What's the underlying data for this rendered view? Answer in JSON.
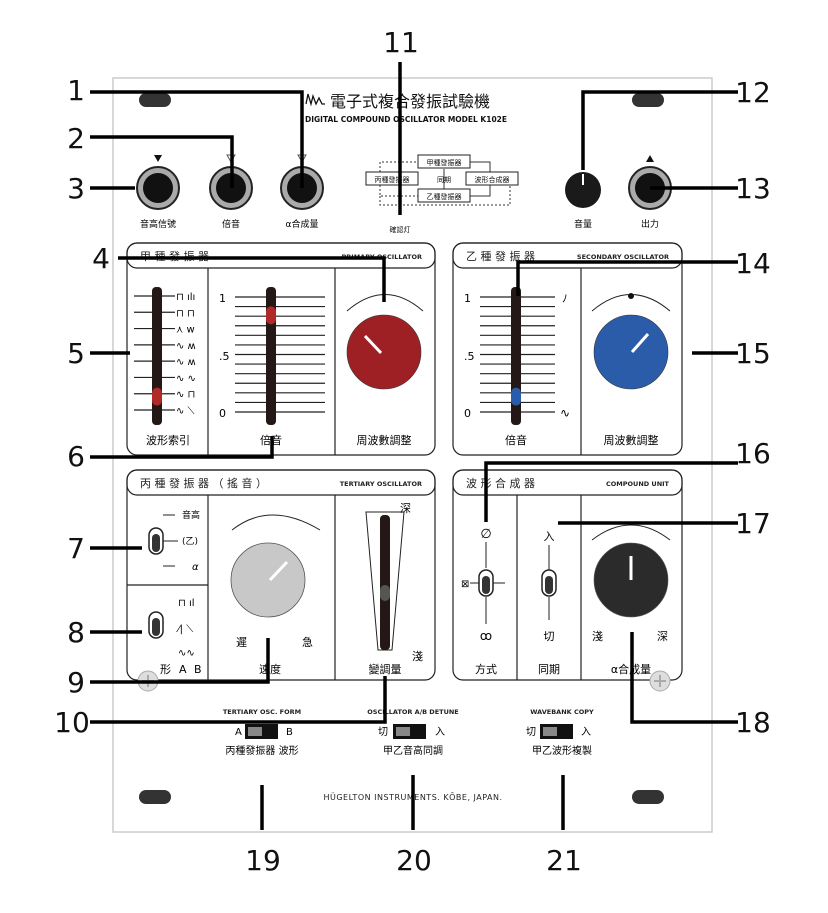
{
  "header": {
    "title_jp": "電子式複合發振試驗機",
    "title_en": "DIGITAL COMPOUND OSCILLATOR MODEL K102E",
    "maker": "HÜGELTON INSTRUMENTS. KŌBE, JAPAN."
  },
  "callouts": [
    "1",
    "2",
    "3",
    "4",
    "5",
    "6",
    "7",
    "8",
    "9",
    "10",
    "11",
    "12",
    "13",
    "14",
    "15",
    "16",
    "17",
    "18",
    "19",
    "20",
    "21"
  ],
  "jacks": {
    "pitch_cv": "音高信號",
    "harmonic": "倍音",
    "alpha_mix": "α合成量",
    "volume": "音量",
    "output": "出力"
  },
  "routing": {
    "primary": "甲種發振器",
    "secondary": "乙種發振器",
    "tertiary": "丙種發振器",
    "sync": "同期",
    "compound": "波形合成器",
    "indicator": "確認灯"
  },
  "primary_osc": {
    "title_jp": "甲 種 發 振 器",
    "title_en": "PRIMARY OSCILLATOR",
    "wave_index": "波形索引",
    "harmonic": "倍音",
    "freq": "周波數調整",
    "scale": [
      "1",
      ".5",
      "0"
    ],
    "wave_index_position": 0.15,
    "harmonic_position": 0.85,
    "knob_color": "#9e1f24"
  },
  "secondary_osc": {
    "title_jp": "乙 種 發 振 器",
    "title_en": "SECONDARY OSCILLATOR",
    "harmonic": "倍音",
    "freq": "周波數調整",
    "scale": [
      "1",
      ".5",
      "0"
    ],
    "harmonic_position": 0.15,
    "knob_color": "#2a5caa"
  },
  "tertiary_osc": {
    "title_jp": "丙 種 發 振 器 （ 搖 音 ）",
    "title_en": "TERTIARY OSCILLATOR",
    "dest_options": [
      "音高",
      "(乙)",
      "α"
    ],
    "form_label": "形",
    "form_a": "A",
    "form_b": "B",
    "speed": "速度",
    "slow": "遲",
    "fast": "急",
    "depth": "變調量",
    "deep": "深",
    "shallow": "淺",
    "knob_color": "#c8c8c8"
  },
  "compound_unit": {
    "title_jp": "波 形 合 成 器",
    "title_en": "COMPOUND UNIT",
    "mode": "方式",
    "sync": "同期",
    "sync_on": "入",
    "sync_off": "切",
    "alpha": "α合成量",
    "shallow": "淺",
    "deep": "深",
    "knob_color": "#2b2b2b"
  },
  "switches": [
    {
      "title": "TERTIARY OSC. FORM",
      "left": "A",
      "right": "B",
      "caption": "丙種發振器 波形"
    },
    {
      "title": "OSCILLATOR A/B DETUNE",
      "left": "切",
      "right": "入",
      "caption": "甲乙音高同調"
    },
    {
      "title": "WAVEBANK COPY",
      "left": "切",
      "right": "入",
      "caption": "甲乙波形複製"
    }
  ]
}
